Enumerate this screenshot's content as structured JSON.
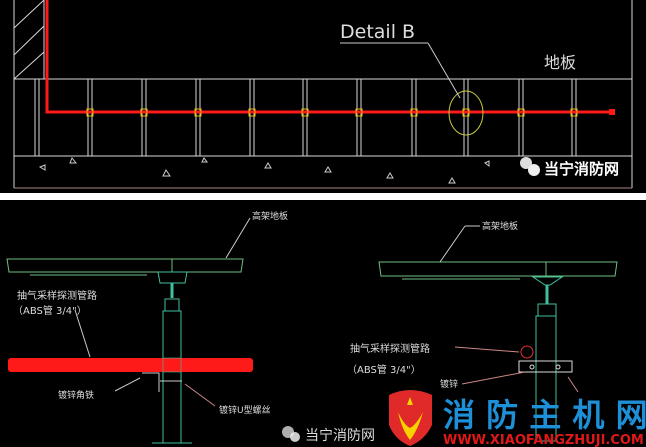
{
  "top_drawing": {
    "detail_label": "Detail B",
    "floor_label": "地板",
    "watermark": "当宁消防网",
    "pipe_color": "#ff1a1a",
    "support_count": 10
  },
  "bottom_left": {
    "floor_label": "高架地板",
    "pipe_label": "抽气采样探测管路",
    "pipe_spec": "（ABS管 3/4\"）",
    "angle_label": "镀锌角铁",
    "ubolt_label": "镀锌U型螺丝"
  },
  "bottom_right": {
    "floor_label": "高架地板",
    "pipe_label": "抽气采样探测管路",
    "pipe_spec": "（ABS管 3/4\"）",
    "bracket_label": "镀锌"
  },
  "overlay": {
    "brand": "消 防 主 机 网",
    "url": "WWW.XIAOFANGZHUJI.COM",
    "watermark": "当宁消防网",
    "brand_color": "#1e90d8",
    "url_color": "#e01818"
  }
}
